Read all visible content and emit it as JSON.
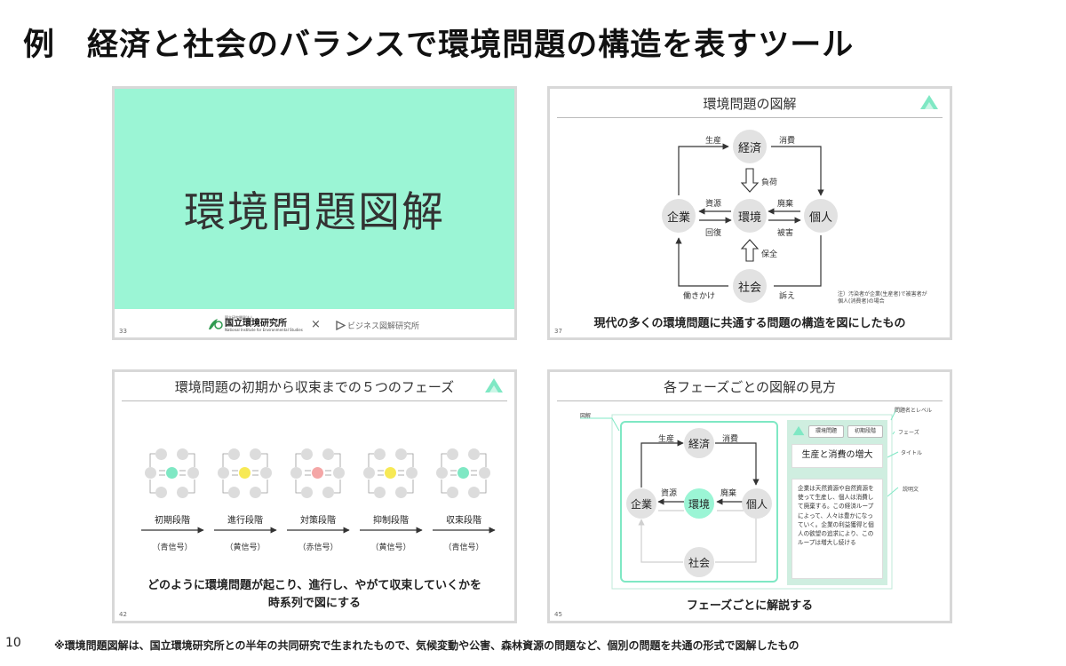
{
  "page": {
    "title": "例　経済と社会のバランスで環境問題の構造を表すツール",
    "page_number": "10",
    "footnote": "※環境問題図解は、国立環境研究所との半年の共同研究で生まれたもので、気候変動や公害、森林資源の問題など、個別の問題を共通の形式で図解したもの"
  },
  "colors": {
    "mint": "#9bf5d5",
    "green": "#4fd4a0",
    "yellow": "#f7e955",
    "red": "#f4a6a6",
    "node": "#e2e2e2"
  },
  "slides": {
    "s33": {
      "number": "33",
      "title": "環境問題図解",
      "logo_nies_small": "国立研究開発法人",
      "logo_nies_name": "国立環境研究所",
      "logo_nies_en": "National Institute for Environmental Studies",
      "cross": "×",
      "logo_biz": "ビジネス図解研究所"
    },
    "s37": {
      "number": "37",
      "title": "環境問題の図解",
      "nodes": {
        "economy": "経済",
        "company": "企業",
        "environment": "環境",
        "person": "個人",
        "society": "社会"
      },
      "labels": {
        "production": "生産",
        "consumption": "消費",
        "burden": "負荷",
        "resources": "資源",
        "recovery": "回復",
        "disposal": "廃棄",
        "damage": "被害",
        "conservation": "保全",
        "work": "働きかけ",
        "appeal": "訴え"
      },
      "note": [
        "注）汚染者が企業(生産者)で被害者が",
        "個人(消費者)の場合"
      ],
      "caption": "現代の多くの環境問題に共通する問題の構造を図にしたもの"
    },
    "s42": {
      "number": "42",
      "title": "環境問題の初期から収束までの５つのフェーズ",
      "phases": [
        {
          "name": "初期段階",
          "signal": "（青信号）",
          "color": "#7fe8c4"
        },
        {
          "name": "進行段階",
          "signal": "（黄信号）",
          "color": "#f7e955"
        },
        {
          "name": "対策段階",
          "signal": "（赤信号）",
          "color": "#f4a6a6"
        },
        {
          "name": "抑制段階",
          "signal": "（黄信号）",
          "color": "#f7e955"
        },
        {
          "name": "収束段階",
          "signal": "（青信号）",
          "color": "#7fe8c4"
        }
      ],
      "caption_lines": [
        "どのように環境問題が起こり、進行し、やがて収束していくかを",
        "時系列で図にする"
      ]
    },
    "s45": {
      "number": "45",
      "title": "各フェーズごとの図解の見方",
      "annotations": {
        "diagram": "図解",
        "problem_level": "問題名とレベル",
        "phase": "フェーズ",
        "title_label": "タイトル",
        "description": "説明文"
      },
      "nodes": {
        "economy": "経済",
        "company": "企業",
        "environment": "環境",
        "person": "個人",
        "society": "社会"
      },
      "labels": {
        "production": "生産",
        "consumption": "消費",
        "resources": "資源",
        "disposal": "廃棄"
      },
      "tags": {
        "problem": "環境問題",
        "stage": "初期段階"
      },
      "panel_title": "生産と消費の増大",
      "panel_text": "企業は天然資源や自然資源を使って生産し、個人は消費して廃棄する。この経済ループによって、人々は豊かになっていく。企業の利益獲得と個人の欲望の追求により、このループは増大し続ける",
      "caption": "フェーズごとに解説する"
    }
  }
}
